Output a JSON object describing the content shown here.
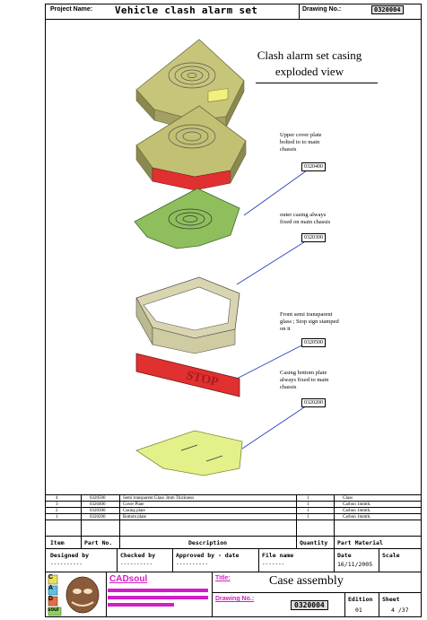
{
  "header": {
    "project_label": "Project Name:",
    "project_name": "Vehicle clash alarm set",
    "drawing_label": "Drawing No.:",
    "drawing_no": "0320004"
  },
  "view_title": {
    "line1": "Clash alarm set casing",
    "line2": "exploded view"
  },
  "callouts": [
    {
      "text_lines": [
        "Upper cover plate",
        "bolted to to main",
        "chassis"
      ],
      "part_no": "0320400"
    },
    {
      "text_lines": [
        "outer casing always",
        "fixed on main chassis"
      ],
      "part_no": "0320300"
    },
    {
      "text_lines": [
        "Front semi transparent",
        "glass ; Stop sign stamped",
        "on it"
      ],
      "part_no": "0320500"
    },
    {
      "text_lines": [
        "Casing bottom plate",
        "always fixed to main",
        "chassis"
      ],
      "part_no": "0320200"
    }
  ],
  "stop_sign_text": "STOP",
  "bom": {
    "rows": [
      {
        "item": "4",
        "part_no": "0320500",
        "description": "Semi transparent Glass 3mm Thickness",
        "quantity": "1",
        "material": "Glass"
      },
      {
        "item": "3",
        "part_no": "0320400",
        "description": "Cover Plate",
        "quantity": "1",
        "material": "Carbon 1mmth."
      },
      {
        "item": "2",
        "part_no": "0320300",
        "description": "Casing plate",
        "quantity": "1",
        "material": "Carbon 1mmth."
      },
      {
        "item": "1",
        "part_no": "0320200",
        "description": "Bottom plate",
        "quantity": "1",
        "material": "Carbon 1mmth."
      }
    ],
    "headers": {
      "item": "Item",
      "part_no": "Part No.",
      "description": "Description",
      "quantity": "Quantity",
      "material": "Part Material"
    }
  },
  "title_block": {
    "designed_by_label": "Designed by",
    "designed_by_value": "----------",
    "checked_by_label": "Checked by",
    "checked_by_value": "----------",
    "approved_by_label": "Approved by - date",
    "approved_by_value": "----------",
    "file_name_label": "File name",
    "file_name_value": "-------",
    "date_label": "Date",
    "date_value": "16/11/2005",
    "scale_label": "Scale",
    "company": "CADsoul",
    "title_label": "Title:",
    "title_value": "Case assembly",
    "drawing_no_label": "Drawing No.:",
    "drawing_no_value": "0320004",
    "edition_label": "Edition",
    "edition_value": "01",
    "sheet_label": "Sheet",
    "sheet_value": "4 /37",
    "logo_letters": [
      "C",
      "A",
      "D",
      "soul"
    ]
  },
  "colors": {
    "casing_olive": "#b7b56a",
    "casing_shadow": "#8a8950",
    "green_plate": "#8fbf5c",
    "red_glass": "#e03030",
    "bottom_plate": "#e4f08a",
    "leader_blue": "#2a3fbf",
    "magenta": "#d41cc8"
  }
}
